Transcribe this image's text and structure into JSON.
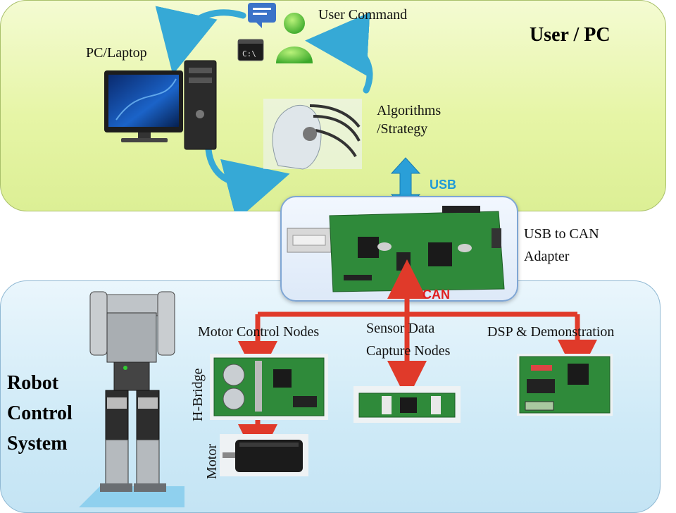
{
  "user_pc": {
    "title": "User / PC",
    "user_command": "User Command",
    "pc_laptop": "PC/Laptop",
    "algorithms": [
      "Algorithms",
      "/Strategy"
    ],
    "cmd_icon_text": "C:\\"
  },
  "link": {
    "usb": "USB",
    "can": "CAN"
  },
  "adapter": {
    "label": [
      "USB to CAN",
      "Adapter"
    ]
  },
  "robot": {
    "title": [
      "Robot",
      "Control",
      "System"
    ],
    "motor_nodes": "Motor Control Nodes",
    "sensor_nodes": [
      "Sensor Data",
      "Capture Nodes"
    ],
    "dsp": "DSP & Demonstration",
    "hbridge": "H-Bridge",
    "motor": "Motor"
  },
  "colors": {
    "usb_arrow": "#2a9fd8",
    "can_bus": "#e03a2a",
    "cycle_arrow": "#36a9d6",
    "pcb_green": "#2f8a3a"
  }
}
